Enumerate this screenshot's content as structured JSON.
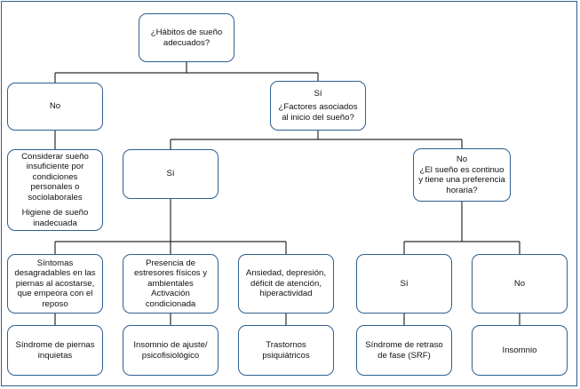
{
  "nodes": {
    "root": {
      "line1": "¿Hábitos de sueño",
      "line2": "adecuados?"
    },
    "no_left": {
      "label": "No"
    },
    "si_factors": {
      "label": "Sí",
      "question": "¿Factores asociados al inicio del sueño?"
    },
    "consider": {
      "text": "Considerar sueño insuficiente por condiciones personales o sociolaborales",
      "text2": "Higiene de sueño inadecuada"
    },
    "si_mid": {
      "label": "Sí"
    },
    "no_continuo": {
      "label": "No",
      "question": "¿El sueño es continuo y tiene una preferencia horaria?"
    },
    "sintomas": {
      "text": "Síntomas desagradables en las piernas al acostarse, que empeora con el reposo"
    },
    "estresores": {
      "text": "Presencia de estresores físicos y ambientales",
      "text2": "Activación condicionada"
    },
    "ansiedad": {
      "text": "Ansiedad, depresión, déficit de atención, hiperactividad"
    },
    "si_right": {
      "label": "Sí"
    },
    "no_right": {
      "label": "No"
    },
    "piernas": {
      "text": "Síndrome de piernas inquietas"
    },
    "ajuste": {
      "text": "Insomnio de ajuste/ psicofisiológico"
    },
    "psiquiatricos": {
      "text": "Trastornos psiquiátricos"
    },
    "retraso": {
      "text": "Síndrome de retraso de fase (SRF)"
    },
    "insomnio": {
      "text": "Insomnio"
    }
  },
  "colors": {
    "border": "#2e5f8f",
    "line": "#2b2b2b"
  }
}
